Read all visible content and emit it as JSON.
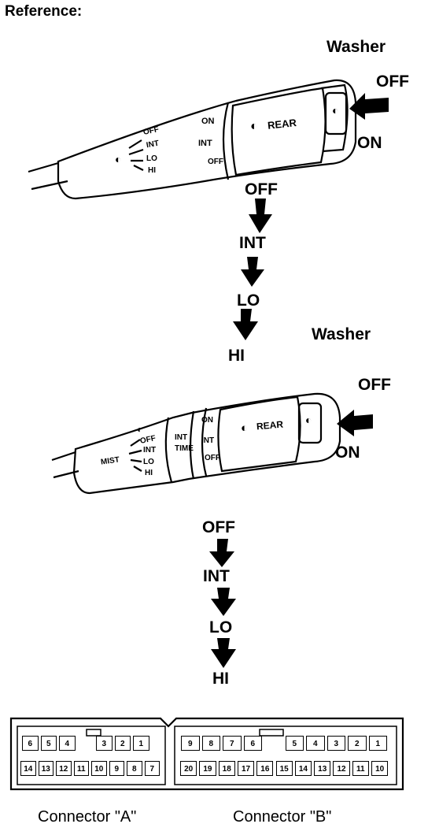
{
  "heading": "Reference:",
  "top_switch": {
    "washer_label": "Washer",
    "washer_off": "OFF",
    "washer_on": "ON",
    "wiper_positions": [
      "OFF",
      "INT",
      "LO",
      "HI"
    ],
    "rear_knob": {
      "label": "REAR",
      "on": "ON",
      "int": "INT",
      "off": "OFF"
    },
    "sequence": [
      "OFF",
      "INT",
      "LO",
      "HI"
    ]
  },
  "bottom_switch": {
    "washer_label": "Washer",
    "washer_off": "OFF",
    "washer_on": "ON",
    "mist_label": "MIST",
    "wiper_positions": [
      "OFF",
      "INT",
      "LO",
      "HI"
    ],
    "int_time": [
      "INT",
      "TIME"
    ],
    "rear_knob": {
      "label": "REAR",
      "on": "ON",
      "int": "INT",
      "off": "OFF"
    },
    "sequence": [
      "OFF",
      "INT",
      "LO",
      "HI"
    ]
  },
  "connector_a": {
    "label": "Connector \"A\"",
    "top_row": [
      "6",
      "5",
      "4",
      "",
      "3",
      "2",
      "1"
    ],
    "bottom_row": [
      "14",
      "13",
      "12",
      "11",
      "10",
      "9",
      "8",
      "7"
    ]
  },
  "connector_b": {
    "label": "Connector \"B\"",
    "top_row": [
      "9",
      "8",
      "7",
      "6",
      "",
      "5",
      "4",
      "3",
      "2",
      "1"
    ],
    "bottom_row": [
      "20",
      "19",
      "18",
      "17",
      "16",
      "15",
      "14",
      "13",
      "12",
      "11",
      "10"
    ]
  }
}
